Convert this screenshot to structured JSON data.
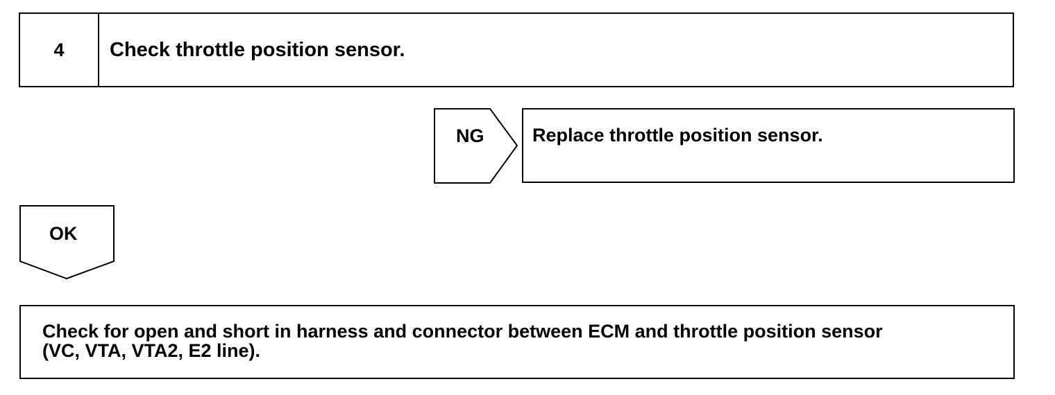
{
  "step": {
    "number": "4",
    "title": "Check throttle position sensor."
  },
  "ng_branch": {
    "label": "NG",
    "action": "Replace throttle position sensor."
  },
  "ok_branch": {
    "label": "OK"
  },
  "next_step": {
    "line1": "Check for open and short in harness and connector between ECM and throttle position sensor",
    "line2": "(VC, VTA, VTA2, E2 line)."
  }
}
